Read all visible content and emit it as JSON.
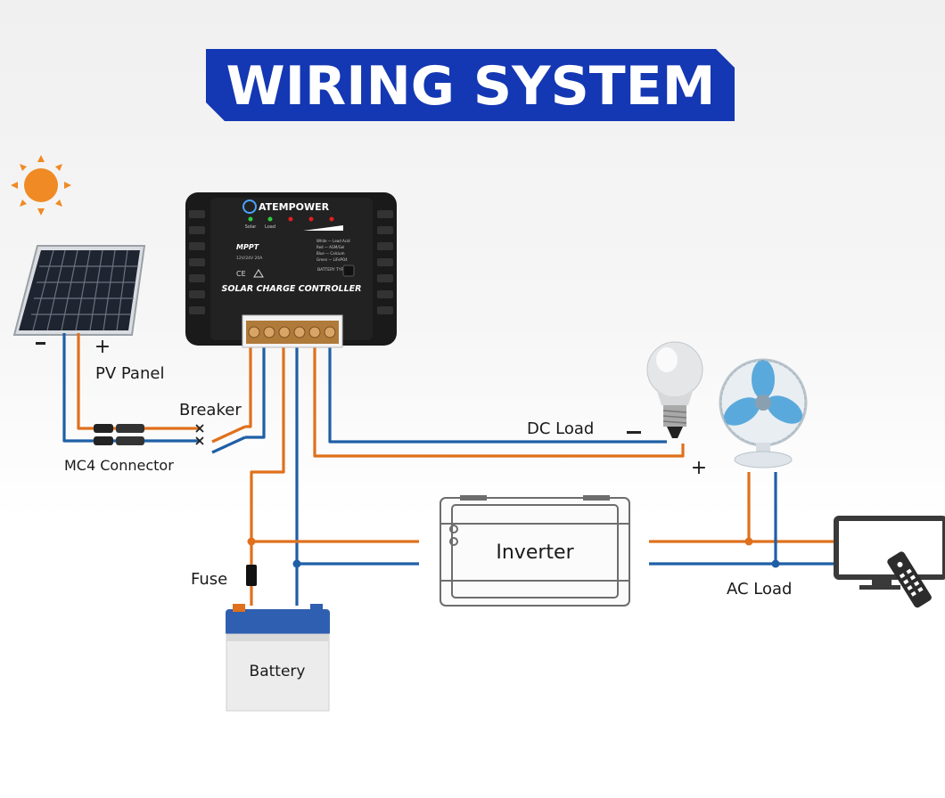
{
  "title": "WIRING SYSTEM",
  "labels": {
    "pv_panel": "PV Panel",
    "breaker": "Breaker",
    "mc4_connector": "MC4 Connector",
    "dc_load": "DC Load",
    "inverter": "Inverter",
    "ac_load": "AC Load",
    "fuse": "Fuse",
    "battery": "Battery",
    "minus": "−",
    "plus": "+"
  },
  "controller": {
    "brand": "ATEMPOWER",
    "led_solar": "Solar",
    "led_load": "Load",
    "mppt": "MPPT",
    "rating": "12V/24V 20A",
    "battery_type": "BATTERY TYPE",
    "name": "SOLAR CHARGE CONTROLLER",
    "legend": [
      "White — Lead Acid",
      "Red — AGM/Gel",
      "Blue — Calcium",
      "Green — LiFePO4"
    ],
    "cert_ce": "CE"
  },
  "colors": {
    "banner": "#1437b3",
    "positive_wire": "#e0701c",
    "negative_wire": "#1f5fa6",
    "sun": "#f08a24",
    "controller_body": "#1c1c1c",
    "terminal": "#c9a062"
  },
  "icons": [
    "sun-icon",
    "solar-panel-icon",
    "light-bulb-icon",
    "fan-icon",
    "tv-icon",
    "remote-icon",
    "battery-icon",
    "inverter-icon",
    "fuse-icon"
  ]
}
